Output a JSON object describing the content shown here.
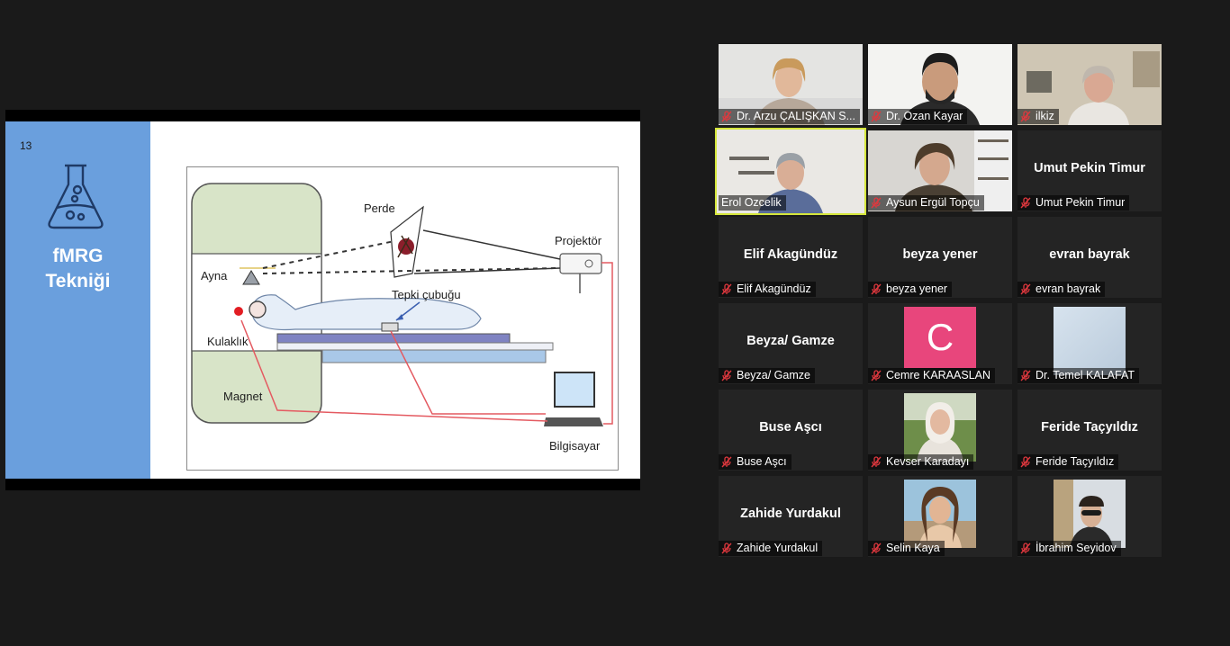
{
  "slide": {
    "number": "13",
    "title_line1": "fMRG",
    "title_line2": "Tekniği",
    "icon": "flask-icon",
    "accent_color": "#6a9fdd",
    "labels": {
      "perde": "Perde",
      "projektor": "Projektör",
      "ayna": "Ayna",
      "tepki": "Tepki çubuğu",
      "kulaklik": "Kulaklık",
      "magnet": "Magnet",
      "bilgisayar": "Bilgisayar"
    }
  },
  "participants": [
    {
      "name": "Dr. Arzu ÇALIŞKAN S...",
      "video": "on"
    },
    {
      "name": "Dr. Ozan Kayar",
      "video": "on"
    },
    {
      "name": "ilkiz",
      "video": "on"
    },
    {
      "name": "Erol Ozcelik",
      "video": "on",
      "speaking": true
    },
    {
      "name": "Aysun Ergül Topçu",
      "video": "on"
    },
    {
      "name": "Umut Pekin Timur",
      "display": "Umut Pekin Timur",
      "muted": true
    },
    {
      "name": "Elif Akagündüz",
      "display": "Elif Akagündüz",
      "muted": true
    },
    {
      "name": "beyza yener",
      "display": "beyza yener",
      "muted": true
    },
    {
      "name": "evran bayrak",
      "display": "evran bayrak",
      "muted": true
    },
    {
      "name": "Beyza/ Gamze",
      "display": "Beyza/ Gamze",
      "muted": true
    },
    {
      "name": "Cemre KARAASLAN",
      "avatar_letter": "C",
      "muted": true
    },
    {
      "name": "Dr. Temel KALAFAT",
      "muted": true
    },
    {
      "name": "Buse Aşcı",
      "display": "Buse Aşcı",
      "muted": true
    },
    {
      "name": "Kevser Karadayı",
      "muted": true
    },
    {
      "name": "Feride Taçyıldız",
      "display": "Feride Taçyıldız",
      "muted": true
    },
    {
      "name": "Zahide Yurdakul",
      "display": "Zahide Yurdakul",
      "muted": true
    },
    {
      "name": "Selin Kaya",
      "muted": true
    },
    {
      "name": "İbrahim Seyidov",
      "muted": true
    }
  ],
  "colors": {
    "active_speaker_border": "#d5e63b",
    "muted_mic": "#e0383e",
    "tile_bg": "#242424"
  }
}
